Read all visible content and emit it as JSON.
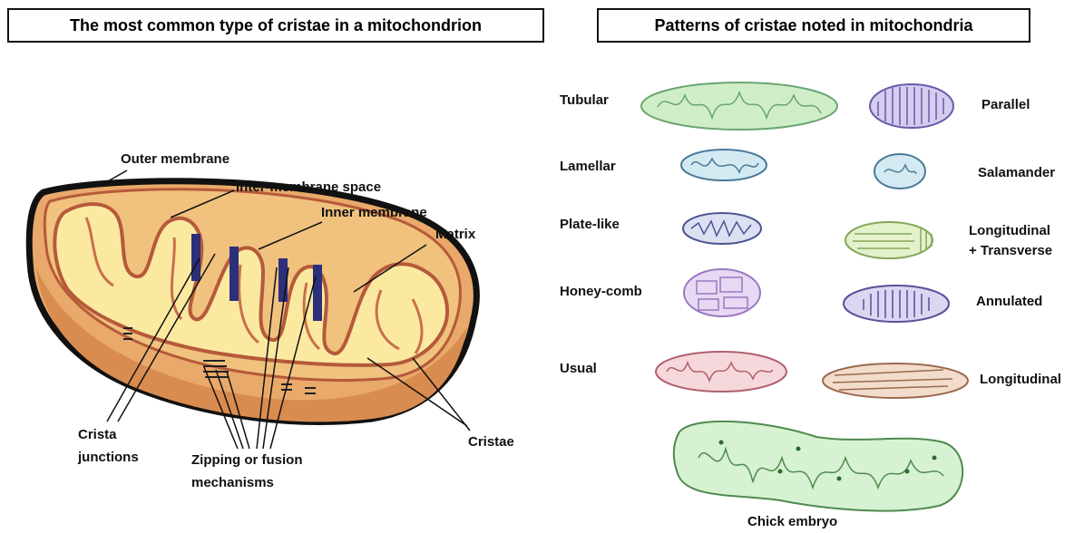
{
  "left_panel": {
    "title": "The most common type of cristae in a mitochondrion",
    "labels": {
      "outer_membrane": "Outer membrane",
      "inter_membrane_space": "Inter-membrane space",
      "inner_membrane": "Inner membrane",
      "matrix": "Matrix",
      "crista_line1": "Crista",
      "crista_line2": "junctions",
      "zipping_line1": "Zipping or fusion",
      "zipping_line2": "mechanisms",
      "cristae": "Cristae"
    }
  },
  "right_panel": {
    "title": "Patterns of cristae noted in mitochondria",
    "patterns": {
      "tubular": "Tubular",
      "parallel": "Parallel",
      "lamellar": "Lamellar",
      "salamander": "Salamander",
      "plate_like": "Plate-like",
      "longitudinal_transverse_1": "Longitudinal",
      "longitudinal_transverse_2": "+ Transverse",
      "honey_comb": "Honey-comb",
      "annulated": "Annulated",
      "usual": "Usual",
      "longitudinal": "Longitudinal",
      "chick_embryo": "Chick embryo"
    }
  },
  "colors": {
    "outer_fill": "#e9a96a",
    "inner_fill": "#fbe9a0",
    "membrane": "#b55a3a",
    "junction": "#2c2f7a",
    "tubular": "#cfeec8",
    "parallel": "#d6ccf0",
    "lamellar": "#d4eaf2",
    "plate_like": "#dde0f2",
    "long_trans": "#e4f2cc",
    "honey_comb": "#e7d8f4",
    "annulated": "#dcd6f2",
    "usual": "#f6d8dc",
    "longitudinal": "#f3dccb",
    "chick": "#d6f2d2"
  }
}
